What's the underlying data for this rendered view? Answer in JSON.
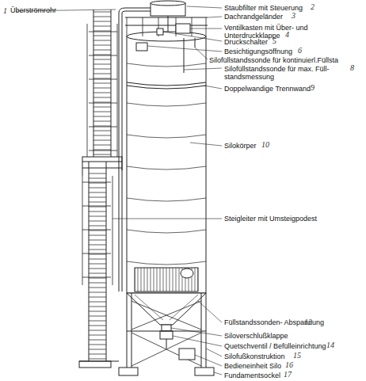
{
  "diagram": {
    "labels": [
      "1",
      "Überströmrohr",
      "Staubfilter mit Steuerung",
      "2",
      "Dachrandgeländer",
      "3",
      "Ventilkasten mit Über- und Unterdruckklappe",
      "4",
      "Druckschalter",
      "5",
      "Besichtigungsöffnung",
      "6",
      "Silofüllstandssonde für kontinuierl.Füllsta",
      "Silofüllstandssonde für max. Füll- standsmessung",
      "8",
      "Doppelwandige Trennwand",
      "9",
      "Silokörper",
      "10",
      "Steigleiter mit Umsteigpodest",
      "Füllstandssonden- Abspannung",
      "12",
      "Siloverschlußklappe",
      "Quetschventil / Befülleinrichtung",
      "14",
      "Silofußkonstruktion",
      "15",
      "Bedieneinheit Silo",
      "16",
      "Fundamentsockel",
      "17"
    ]
  }
}
